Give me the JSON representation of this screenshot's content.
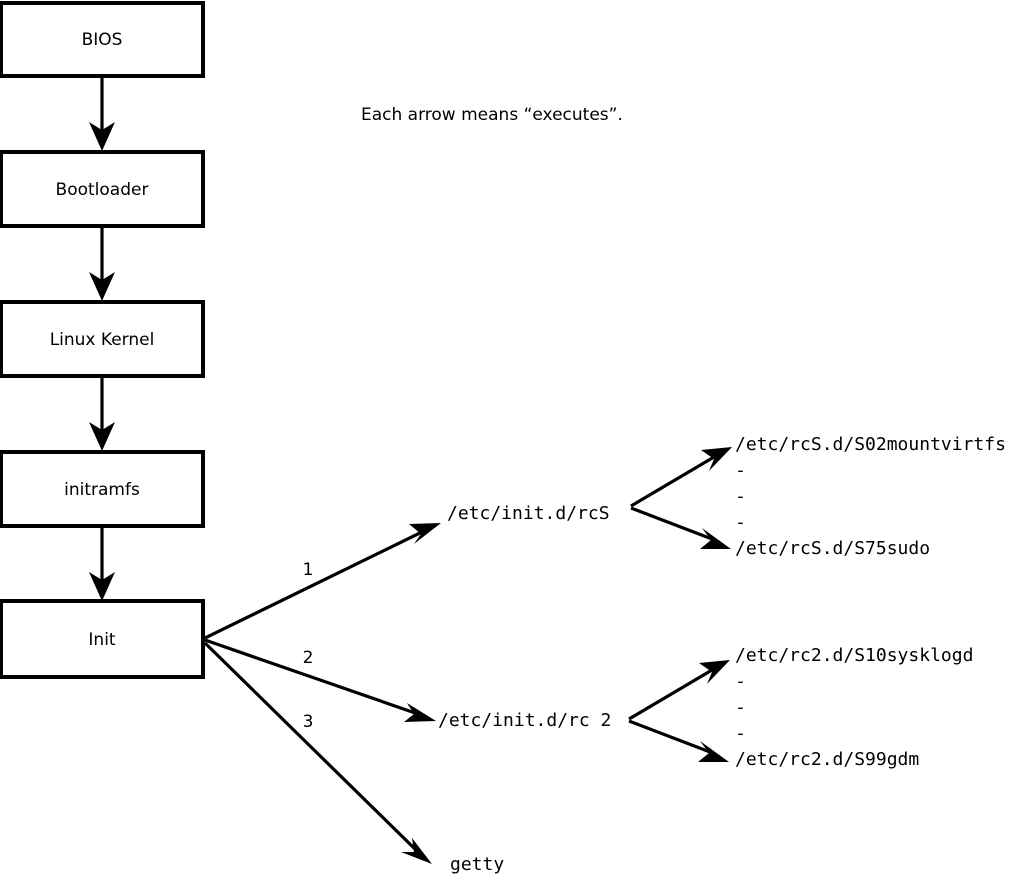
{
  "diagram": {
    "title_caption": "Each arrow means “executes”.",
    "boot_chain": [
      {
        "label": "BIOS"
      },
      {
        "label": "Bootloader"
      },
      {
        "label": "Linux Kernel"
      },
      {
        "label": "initramfs"
      },
      {
        "label": "Init"
      }
    ],
    "init_branch_numbers": {
      "one": "1",
      "two": "2",
      "three": "3"
    },
    "init_targets": [
      {
        "label": "/etc/init.d/rcS"
      },
      {
        "label": "/etc/init.d/rc 2"
      },
      {
        "label": "getty"
      }
    ],
    "rcs_scripts": {
      "first": "/etc/rcS.d/S02mountvirtfs",
      "ellipsis": [
        "-",
        "-",
        "-"
      ],
      "last": "/etc/rcS.d/S75sudo"
    },
    "rc2_scripts": {
      "first": "/etc/rc2.d/S10sysklogd",
      "ellipsis": [
        "-",
        "-",
        "-"
      ],
      "last": "/etc/rc2.d/S99gdm"
    },
    "colors": {
      "background": "#ffffff",
      "stroke": "#000000",
      "box_fill": "#ffffff",
      "text": "#000000"
    }
  }
}
